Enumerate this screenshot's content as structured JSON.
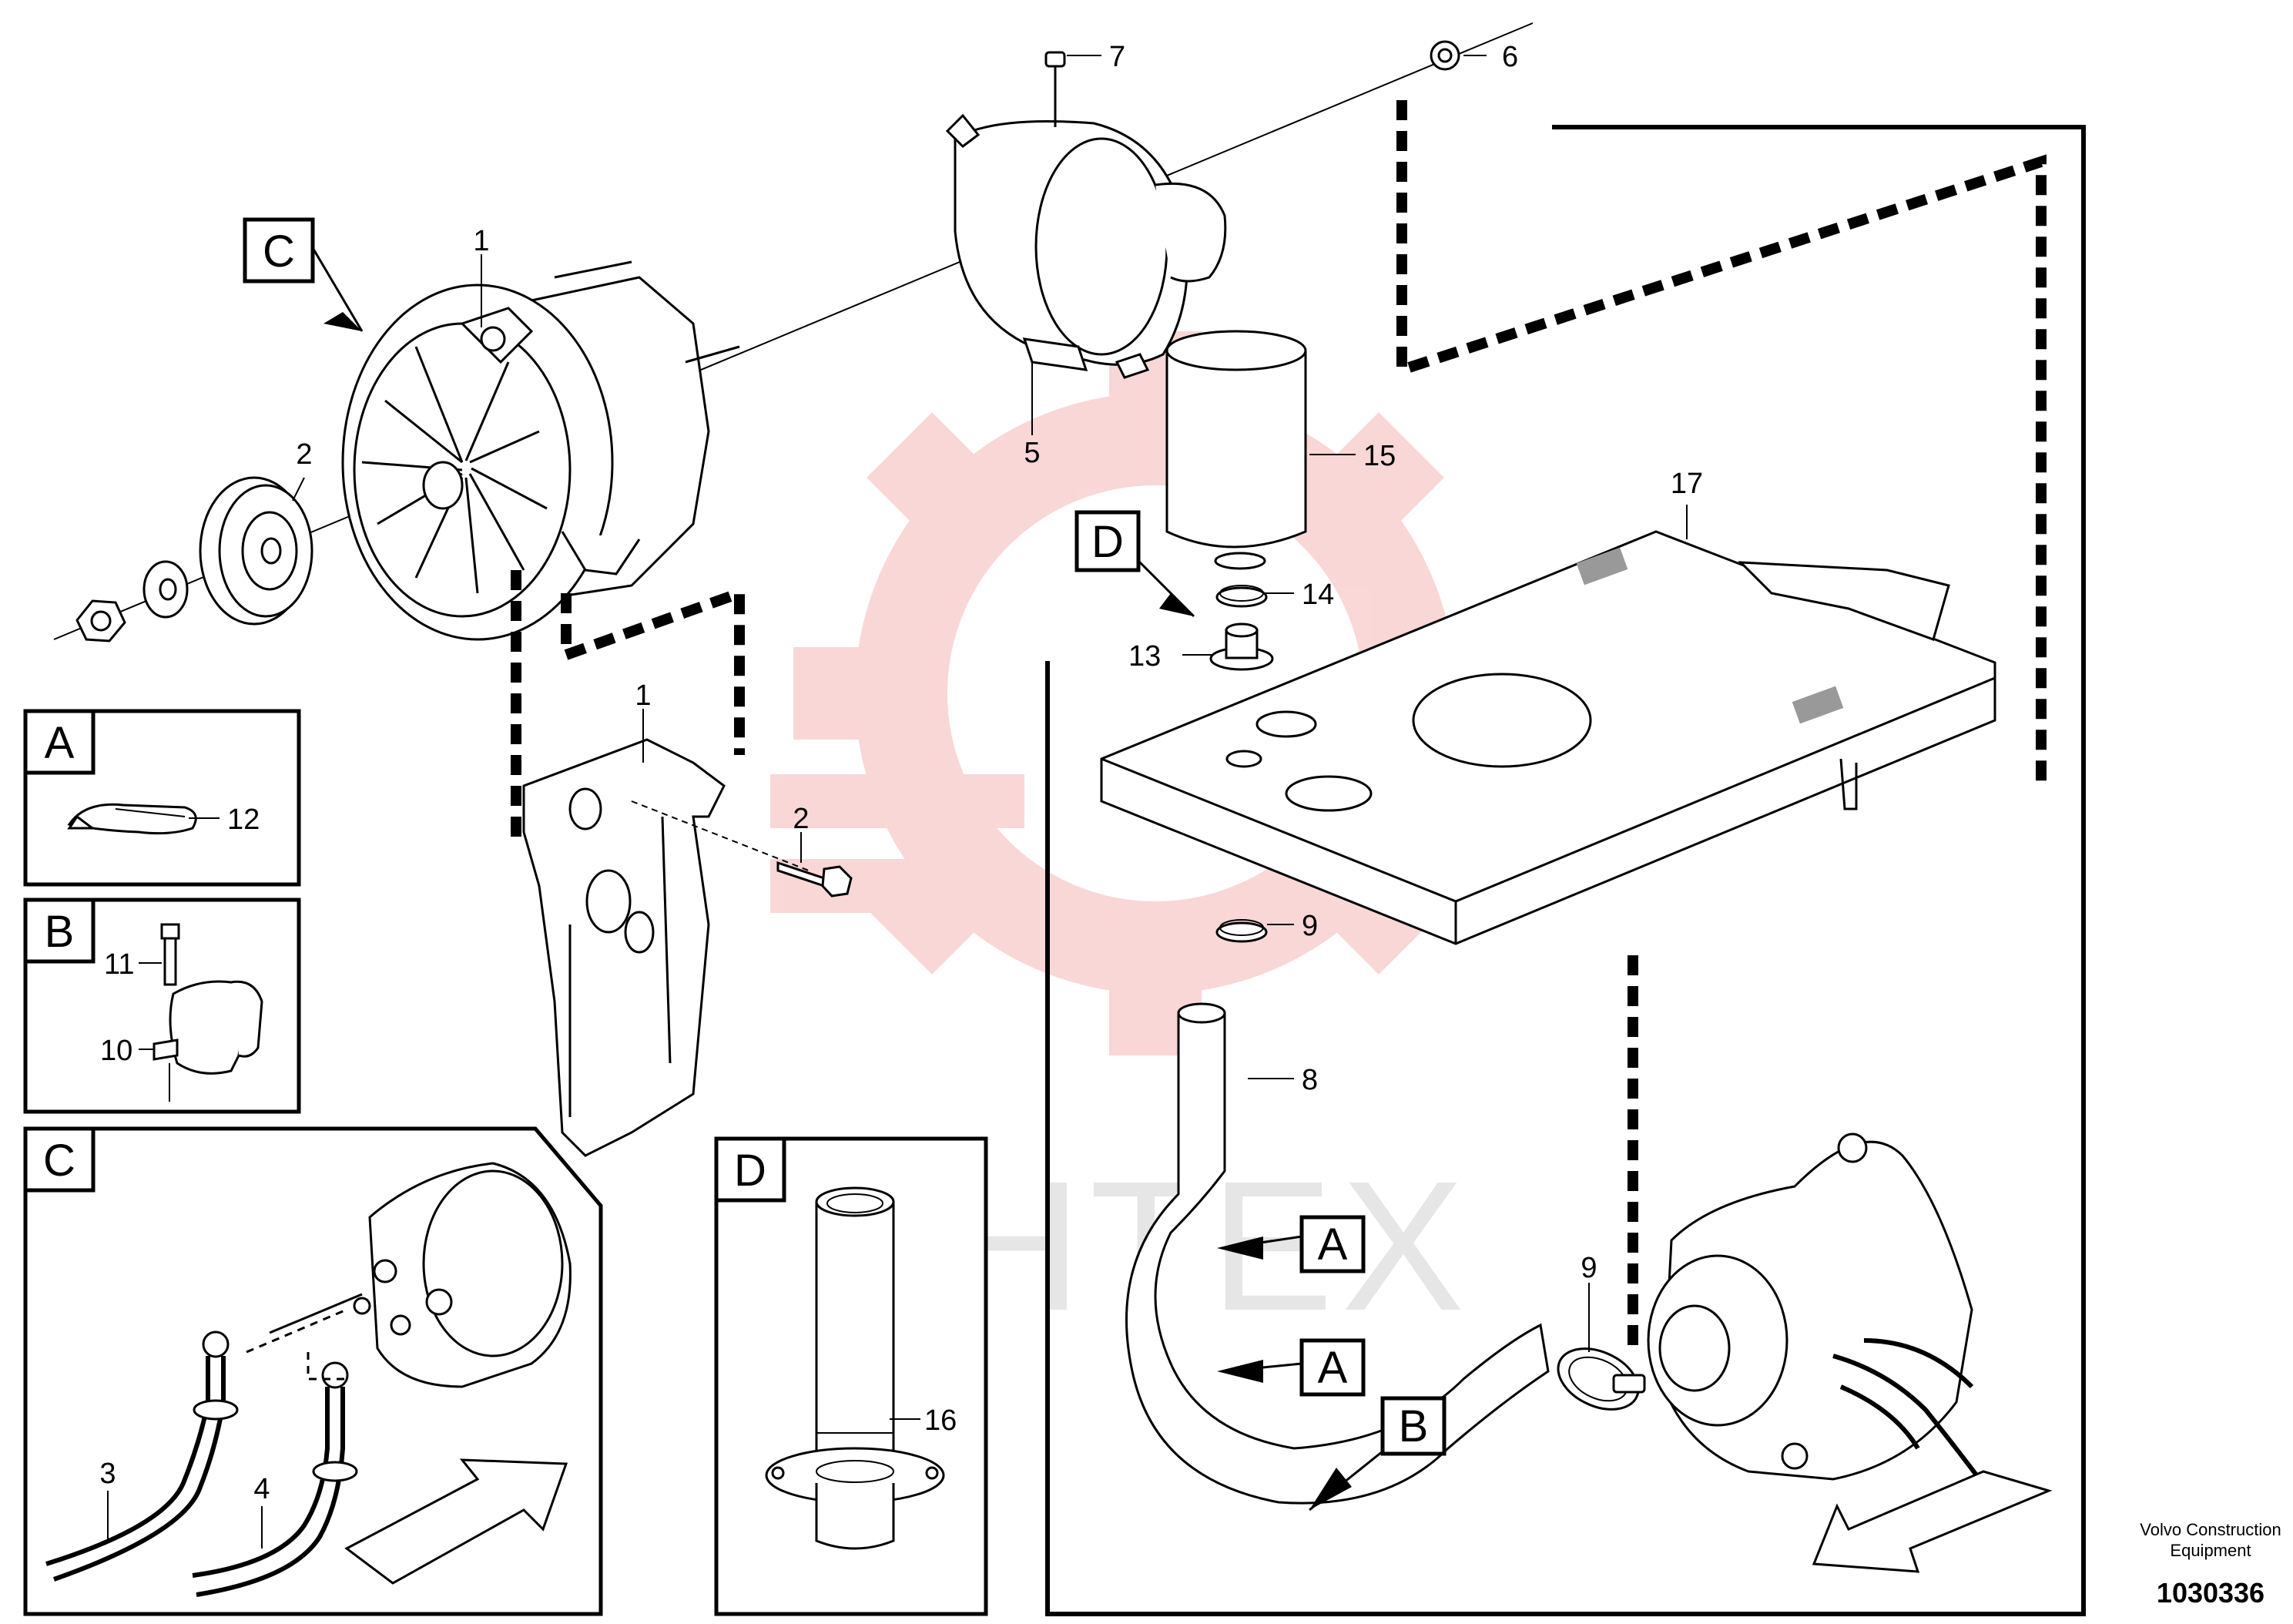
{
  "watermark": {
    "text": "ИНТЕХ",
    "gear_color": "#f5b8b8",
    "text_color": "#e6e6e6"
  },
  "callouts": {
    "c1": "1",
    "c1b": "1",
    "c2": "2",
    "c2b": "2",
    "c3": "3",
    "c4": "4",
    "c5": "5",
    "c6": "6",
    "c7": "7",
    "c8": "8",
    "c9": "9",
    "c9b": "9",
    "c10": "10",
    "c11": "11",
    "c12": "12",
    "c13": "13",
    "c14": "14",
    "c15": "15",
    "c16": "16",
    "c17": "17"
  },
  "letters": {
    "main_c": "C",
    "main_d": "D",
    "hose_a1": "A",
    "hose_a2": "A",
    "hose_b": "B"
  },
  "detail_panels": {
    "a": "A",
    "b": "B",
    "c": "C",
    "d": "D"
  },
  "footer": {
    "company_line1": "Volvo Construction",
    "company_line2": "Equipment",
    "figure_number": "1030336"
  }
}
